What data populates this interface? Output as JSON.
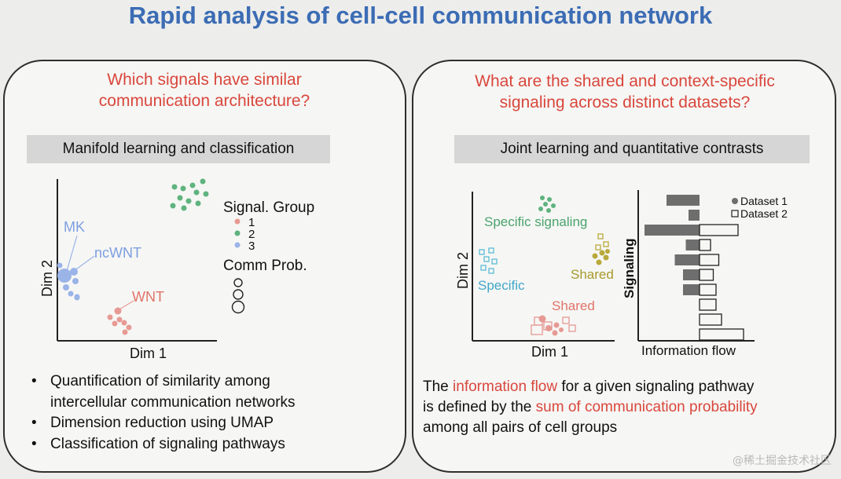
{
  "title": "Rapid analysis of cell-cell communication network",
  "colors": {
    "title_blue": "#3b6cb4",
    "question_red": "#d9473c",
    "group1": "#e79a93",
    "group2": "#5fb37e",
    "group3": "#9bb4e8",
    "specific_cyan": "#5bbcd6",
    "shared_olive": "#b8a93a",
    "bar_gray": "#6e6e6e"
  },
  "left": {
    "question_line1": "Which signals have similar",
    "question_line2": "communication architecture?",
    "method": "Manifold learning and classification",
    "plot": {
      "xlabel": "Dim 1",
      "ylabel": "Dim 2",
      "labels": {
        "mk": "MK",
        "ncwnt": "ncWNT",
        "wnt": "WNT"
      },
      "legend_title": "Signal. Group",
      "groups": [
        "1",
        "2",
        "3"
      ],
      "size_title": "Comm Prob."
    },
    "bullets": [
      "Quantification of similarity among",
      "intercellular communication networks",
      "Dimension reduction using UMAP",
      "Classification of signaling pathways"
    ]
  },
  "right": {
    "question_line1": "What are the shared and context-specific",
    "question_line2": "signaling across distinct datasets?",
    "method": "Joint learning and quantitative contrasts",
    "scatter": {
      "xlabel": "Dim 1",
      "ylabel": "Dim 2",
      "specific_signaling": "Specific signaling",
      "specific": "Specific",
      "shared_olive": "Shared",
      "shared_red": "Shared"
    },
    "bars": {
      "xlabel": "Information flow",
      "ylabel": "Signaling",
      "legend": [
        "Dataset 1",
        "Dataset 2"
      ],
      "dataset1": [
        0.6,
        0.2,
        1.0,
        0.25,
        0.45,
        0.3,
        0.3,
        0,
        0,
        0
      ],
      "dataset2": [
        0,
        0,
        0.7,
        0.2,
        0.35,
        0.25,
        0.3,
        0.3,
        0.4,
        0.8
      ]
    },
    "para_pre": "The ",
    "para_hl1": "information flow",
    "para_mid": " for a given signaling pathway",
    "para_line2_pre": "is defined by the ",
    "para_hl2": "sum of communication probability",
    "para_line3": "among all pairs of cell groups"
  },
  "watermark": "@稀土掘金技术社区"
}
